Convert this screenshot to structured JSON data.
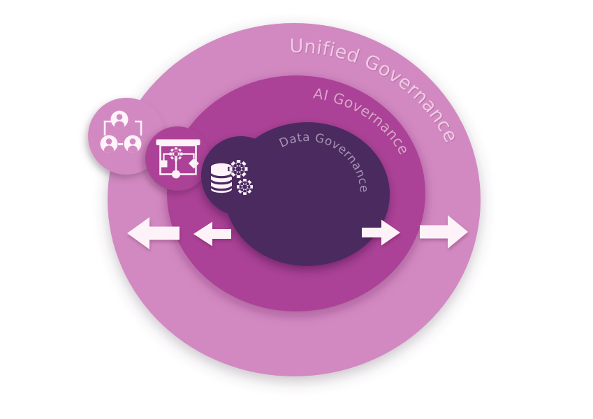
{
  "figure": {
    "background_color": "#ffffff",
    "rings": [
      {
        "label": "Unified Governance",
        "color": "#d289c1",
        "label_color": "#eecbe3"
      },
      {
        "label": "AI Governance",
        "color": "#ac4297",
        "label_color": "#d9a3ca"
      },
      {
        "label": "Data Governance",
        "color": "#4c2a60",
        "label_color": "#a593b1"
      }
    ],
    "badges": [
      {
        "icon": "team-hierarchy-icon",
        "ring": "Unified Governance"
      },
      {
        "icon": "workflow-board-icon",
        "ring": "AI Governance"
      },
      {
        "icon": "database-gears-icon",
        "ring": "Data Governance"
      }
    ],
    "arrows": [
      {
        "name": "arrow-left-outer",
        "direction": "left"
      },
      {
        "name": "arrow-left-inner",
        "direction": "left"
      },
      {
        "name": "arrow-right-inner",
        "direction": "right"
      },
      {
        "name": "arrow-right-outer",
        "direction": "right"
      }
    ],
    "icon_color": "#fdf3f9",
    "arrow_color": "#fcf2f8"
  }
}
